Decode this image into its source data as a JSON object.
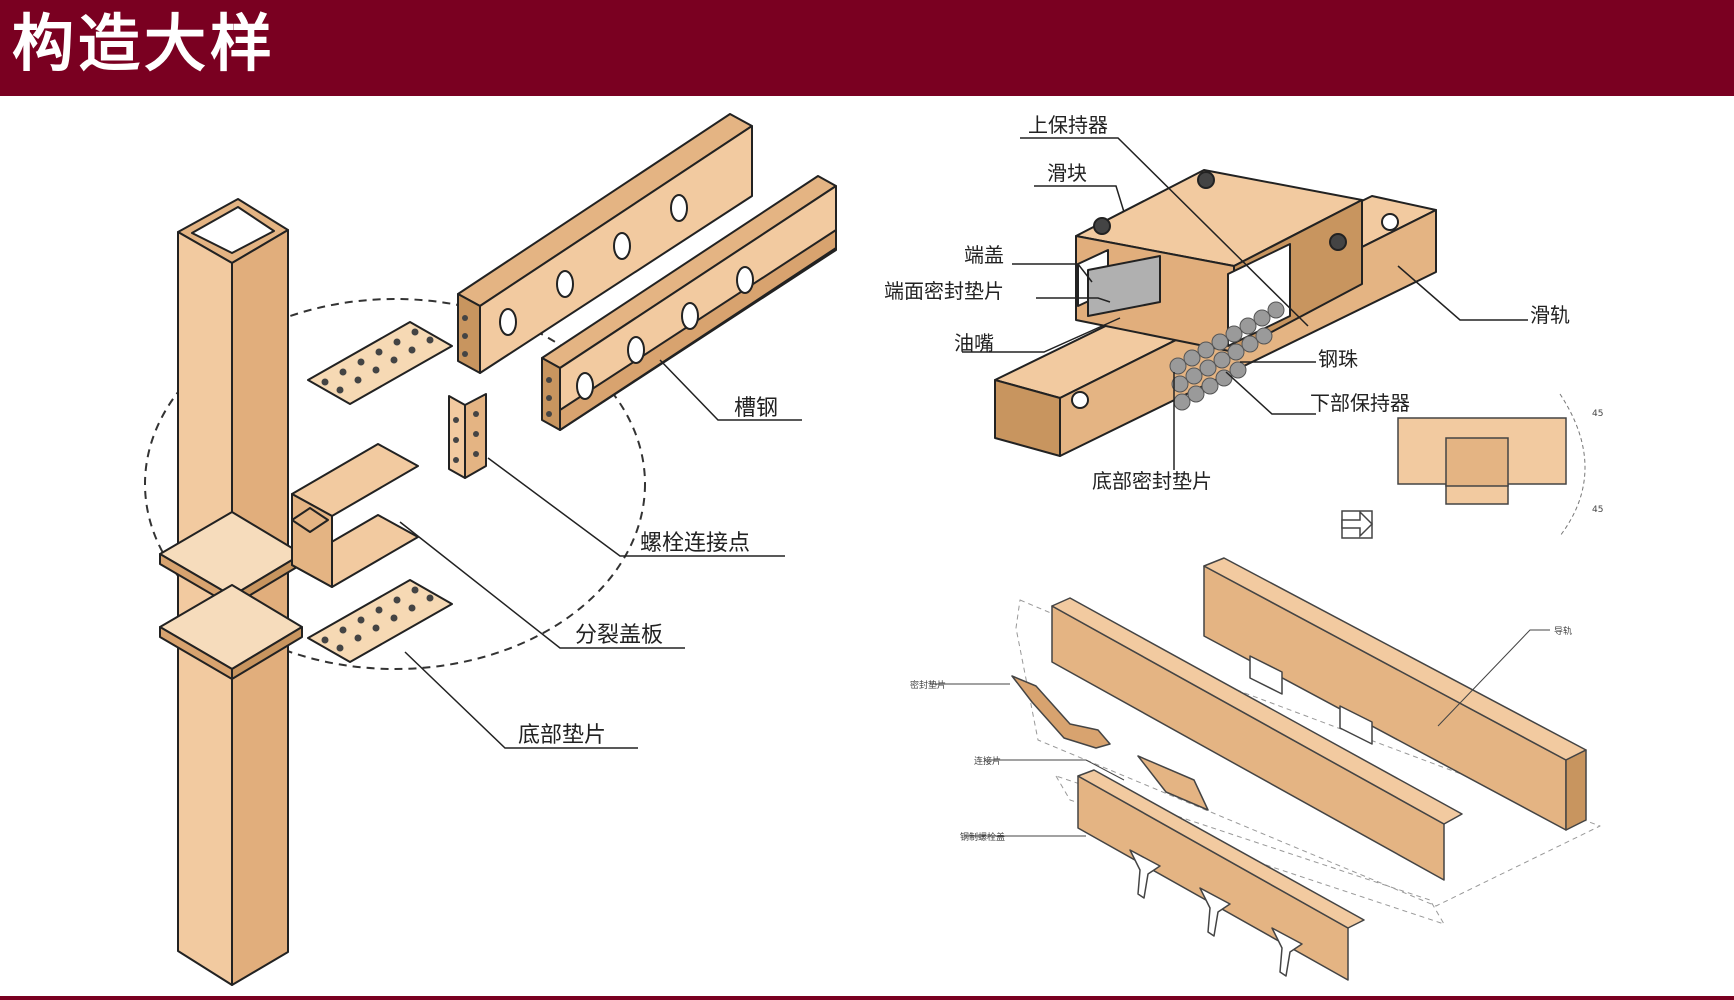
{
  "header": {
    "title": "构造大样"
  },
  "colors": {
    "brand": "#7a0021",
    "wood": "#f2caa0",
    "wood_dark": "#c8955f",
    "wood_side": "#e4b483",
    "steel": "#9a9a9a"
  },
  "left_diagram": {
    "labels": {
      "channel_steel": "槽钢",
      "bolt_connection": "螺栓连接点",
      "split_cover_plate": "分裂盖板",
      "bottom_shim": "底部垫片"
    }
  },
  "rail_diagram": {
    "labels": {
      "upper_retainer": "上保持器",
      "slider_block": "滑块",
      "end_cap": "端盖",
      "end_seal": "端面密封垫片",
      "grease_nipple": "油嘴",
      "rail": "滑轨",
      "steel_ball": "钢珠",
      "lower_retainer": "下部保持器",
      "bottom_seal": "底部密封垫片"
    },
    "dimension_labels": {
      "top": "45",
      "bottom": "45"
    }
  },
  "guide_diagram": {
    "labels": {
      "guide_rail": "导轨",
      "seal_shim": "密封垫片",
      "connector": "连接片",
      "bolt_cover": "钢制螺栓盖"
    }
  }
}
